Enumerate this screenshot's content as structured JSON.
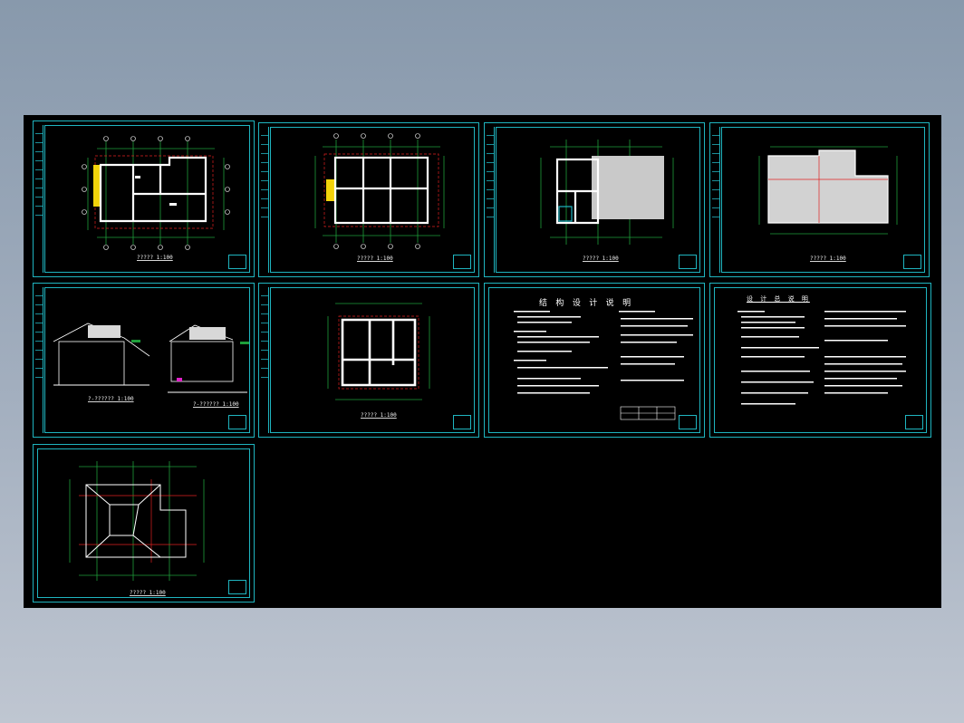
{
  "canvas": {
    "background": "#000000",
    "frame_color": "#1fb5c0",
    "sheet_count": 9
  },
  "sheets": [
    {
      "id": "plan-1",
      "kind": "floor-plan",
      "title": "?????  1:100"
    },
    {
      "id": "plan-2",
      "kind": "floor-plan",
      "title": "?????  1:100"
    },
    {
      "id": "plan-3",
      "kind": "floor-plan",
      "title": "?????  1:100"
    },
    {
      "id": "plan-4",
      "kind": "floor-plan",
      "title": "?????  1:100"
    },
    {
      "id": "elevations",
      "kind": "elevation",
      "title_left": "?-??????  1:100",
      "title_right": "?-??????  1:100"
    },
    {
      "id": "foundation",
      "kind": "floor-plan",
      "title": "?????  1:100"
    },
    {
      "id": "structure-notes",
      "kind": "notes",
      "heading": "结 构 设 计 说 明"
    },
    {
      "id": "design-notes",
      "kind": "notes",
      "heading": "设 计 总 说 明"
    },
    {
      "id": "roof-plan",
      "kind": "roof-plan",
      "title": "?????  1:100"
    }
  ]
}
